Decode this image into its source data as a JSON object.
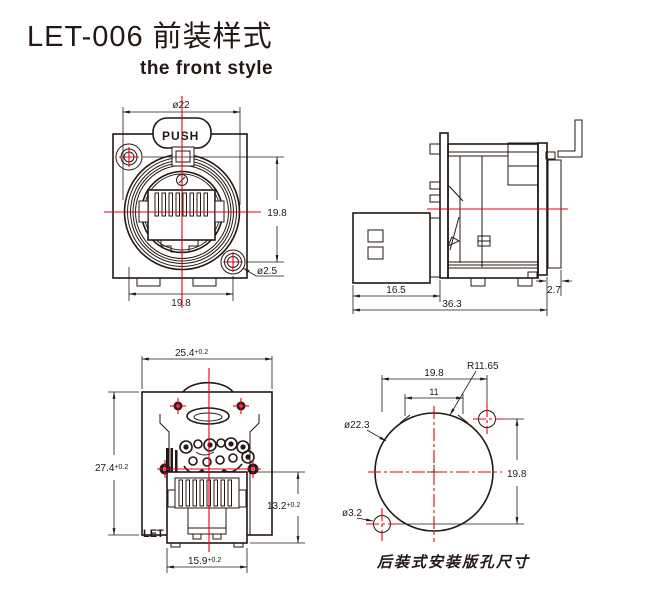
{
  "title": "LET-006 前装样式",
  "subtitle": "the front style",
  "colors": {
    "line": "#231815",
    "centerline_red": "#e60012",
    "background": "#ffffff"
  },
  "front_view": {
    "push_label": "PUSH",
    "dim_flange_diameter": "ø22",
    "dim_vertical_hole_spacing": "19.8",
    "dim_horizontal_hole_spacing": "19.8",
    "dim_screw_diameter": "ø2.5"
  },
  "side_view": {
    "dim_plug_protrusion": "16.5",
    "dim_total_depth": "36.3",
    "dim_panel_thickness": "2.7"
  },
  "rear_view": {
    "body_label": "LET",
    "dim_width": "25.4",
    "dim_width_tol": "+0.2",
    "dim_height": "27.4",
    "dim_height_tol": "+0.2",
    "dim_jack_height": "13.2",
    "dim_jack_height_tol": "+0.2",
    "dim_jack_width": "15.9",
    "dim_jack_width_tol": "+0.2"
  },
  "panel_view": {
    "caption": "后装式安装版孔尺寸",
    "dim_hole_spacing_horizontal": "19.8",
    "dim_keyway_width": "11",
    "dim_radius": "R11.65",
    "dim_cutout_diameter": "ø22.3",
    "dim_screw_hole_diameter": "ø3.2",
    "dim_hole_spacing_vertical": "19.8"
  }
}
